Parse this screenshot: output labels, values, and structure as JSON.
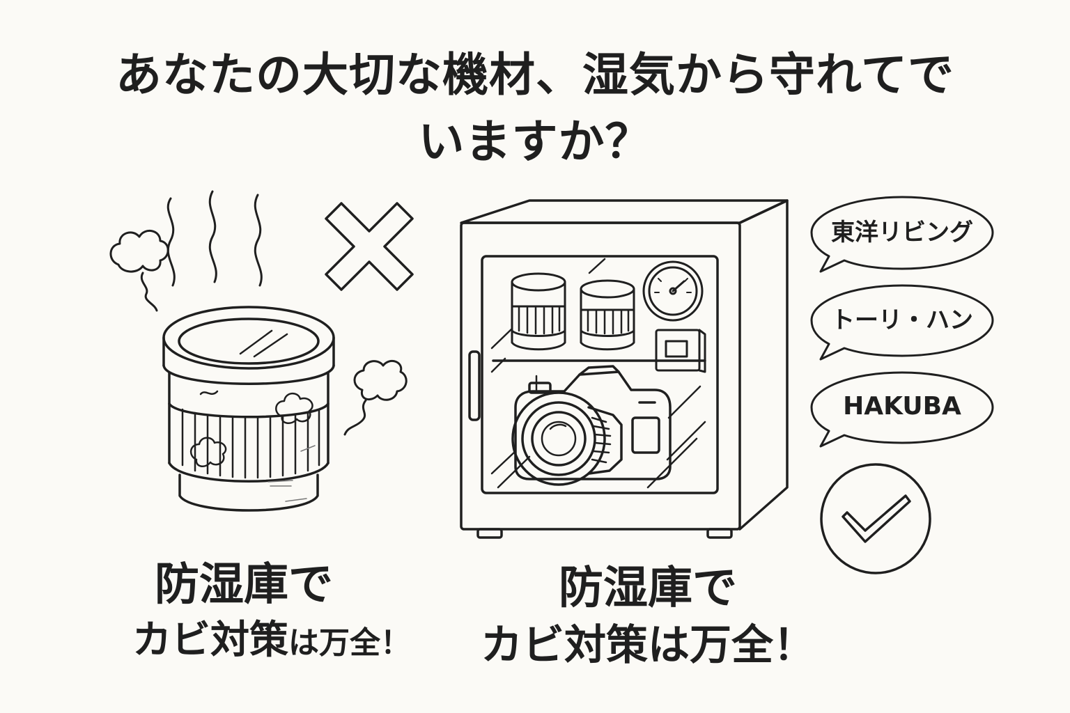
{
  "headline": {
    "line1": "あなたの大切な機材、湿気から守れてで",
    "line2": "いますか？"
  },
  "left_caption": {
    "line1": "防湿庫で",
    "line2_main": "カビ対策",
    "line2_small": "は万全！"
  },
  "right_caption": {
    "line1": "防湿庫で",
    "line2": "カビ対策は万全！"
  },
  "brands": [
    {
      "label": "東洋リビング"
    },
    {
      "label": "トーリ・ハン"
    },
    {
      "label": "HAKUBA"
    }
  ],
  "icons": {
    "cross": "cross-icon",
    "check": "check-icon",
    "lens": "moldy-lens-icon",
    "cabinet": "dry-cabinet-icon",
    "camera": "camera-icon",
    "hygrometer": "hygrometer-icon"
  },
  "colors": {
    "background": "#fbfaf6",
    "ink": "#1f1f1f"
  }
}
